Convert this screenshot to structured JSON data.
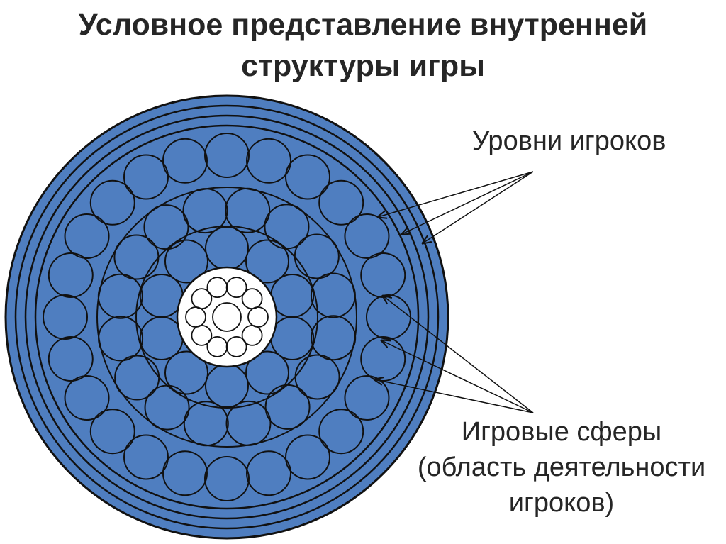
{
  "title": {
    "line1": "Условное представление внутренней",
    "line2": "структуры игры"
  },
  "labels": {
    "player_levels": "Уровни игроков",
    "spheres_line1": "Игровые сферы",
    "spheres_line2": "(область деятельности",
    "spheres_line3": "игроков)"
  },
  "colors": {
    "sphere_fill": "#4f7ec0",
    "outline": "#111111",
    "core_fill": "#ffffff"
  }
}
